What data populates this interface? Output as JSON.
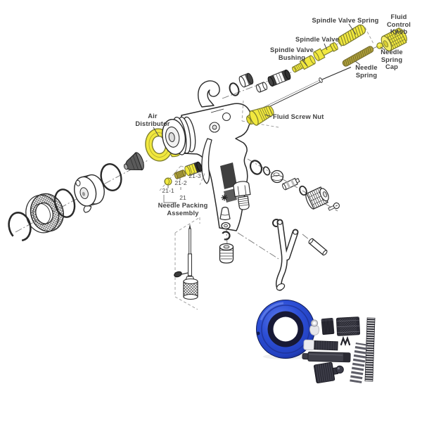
{
  "labels": {
    "spindle_valve_spring": "Spindle Valve Spring",
    "spindle_valve": "Spindle Valve",
    "spindle_valve_bushing": "Spindle Valve\nBushing",
    "fluid_control_knob": "Fluid Control\nKnob",
    "needle_spring_cap": "Needle\nSpring Cap",
    "needle_spring": "Needle\nSpring",
    "fluid_screw_nut": "Fluid Screw Nut",
    "air_distributor": "Air\nDistributor",
    "needle_packing_assembly": "Needle Packing\nAssembly"
  },
  "part_numbers": {
    "item_21_1": "21-1",
    "item_21_2": "21-2",
    "item_21_3": "21-3",
    "item_21": "21"
  },
  "colors": {
    "highlight_yellow": "#f1e83e",
    "olive_spring": "#ac9e3a",
    "line_color": "#2a2a2a",
    "label_color": "#3f3f3f",
    "kit_ring_blue": "#2d4fd6",
    "kit_metal_dark": "#30303a"
  }
}
